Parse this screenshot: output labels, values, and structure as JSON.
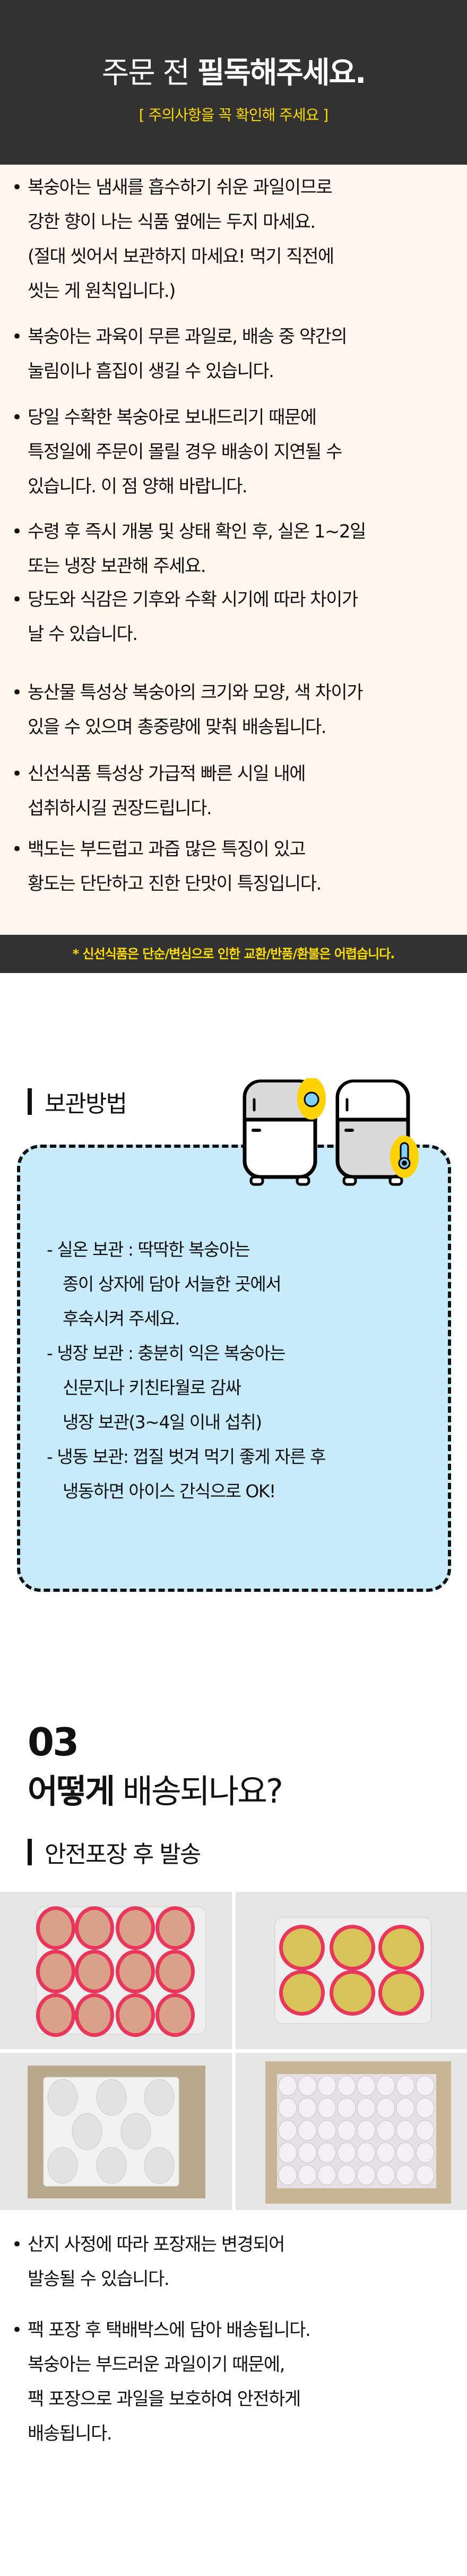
{
  "header": {
    "title_light": "주문 전 ",
    "title_bold": "필독해주세요.",
    "subtitle": "[ 주의사항을 꼭 확인해 주세요 ]"
  },
  "notices": [
    {
      "lines": [
        "복숭아는 냄새를 흡수하기 쉬운 과일이므로",
        "강한 향이 나는 식품 옆에는 두지 마세요.",
        "(절대 씻어서 보관하지 마세요! 먹기 직전에",
        "씻는 게 원칙입니다.)"
      ]
    },
    {
      "lines": [
        "복숭아는 과육이 무른 과일로, 배송 중 약간의",
        "눌림이나 흠집이 생길 수 있습니다."
      ]
    },
    {
      "lines": [
        "당일 수확한 복숭아로 보내드리기 때문에",
        "특정일에 주문이 몰릴 경우 배송이 지연될 수",
        "있습니다. 이 점 양해 바랍니다."
      ]
    },
    {
      "lines": [
        "수령 후 즉시 개봉 및 상태 확인 후, 실온 1~2일",
        "또는 냉장 보관해 주세요."
      ]
    },
    {
      "lines": [
        "당도와 식감은 기후와 수확 시기에 따라 차이가",
        "날 수 있습니다."
      ]
    },
    {
      "lines": [
        "농산물 특성상 복숭아의 크기와 모양, 색 차이가",
        "있을 수 있으며 총중량에 맞춰 배송됩니다."
      ]
    },
    {
      "lines": [
        "신선식품 특성상 가급적 빠른 시일 내에",
        "섭취하시길 권장드립니다."
      ]
    },
    {
      "lines": [
        "백도는 부드럽고 과즙 많은 특징이 있고",
        "황도는 단단하고 진한 단맛이 특징입니다."
      ]
    }
  ],
  "bullet": "•",
  "warning": "* 신선식품은 단순/변심으로 인한  교환/반품/환불은 어렵습니다.",
  "storage": {
    "title": "보관방법",
    "lines": [
      "- 실온 보관 :  딱딱한 복숭아는",
      "종이 상자에 담아 서늘한 곳에서",
      "후숙시켜 주세요.",
      "- 냉장 보관 : 충분히 익은 복숭아는",
      "신문지나 키친타월로 감싸",
      "냉장 보관(3~4일 이내 섭취)",
      "- 냉동 보관: 껍질 벗겨 먹기 좋게 자른 후",
      "냉동하면 아이스 간식으로 OK!"
    ]
  },
  "shipping": {
    "number": "03",
    "title_bold": "어떻게",
    "title_light": " 배송되나요?",
    "subtitle": "안전포장 후 발송",
    "notes": [
      {
        "lines": [
          "산지 사정에 따라 포장재는 변경되어",
          "발송될 수 있습니다."
        ]
      },
      {
        "lines": [
          "팩 포장 후 택배박스에 담아 배송됩니다.",
          "복숭아는 부드러운 과일이기 때문에,",
          "팩 포장으로 과일을 보호하여 안전하게",
          "배송됩니다."
        ]
      }
    ]
  },
  "colors": {
    "dark": "#323232",
    "yellow": "#ffdc00",
    "cream": "#fff7ed",
    "lightblue": "#c8ebfc"
  }
}
